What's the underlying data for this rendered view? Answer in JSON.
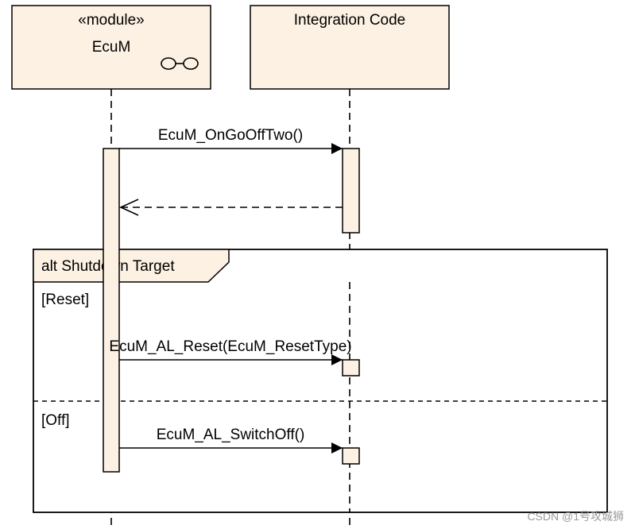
{
  "lifelines": {
    "ecum": {
      "stereotype": "«module»",
      "name": "EcuM"
    },
    "integration": {
      "name": "Integration Code"
    }
  },
  "messages": {
    "on_go_off_two": "EcuM_OnGoOffTwo()",
    "al_reset": "EcuM_AL_Reset(EcuM_ResetType)",
    "al_switch_off": "EcuM_AL_SwitchOff()"
  },
  "fragment": {
    "label": "alt Shutdown Target",
    "guards": [
      "[Reset]",
      "[Off]"
    ]
  },
  "watermark": "CSDN @1号攻城狮",
  "colors": {
    "fill": "#fcf1e3",
    "stroke": "#000000",
    "watermark": "#9a9a9a"
  }
}
